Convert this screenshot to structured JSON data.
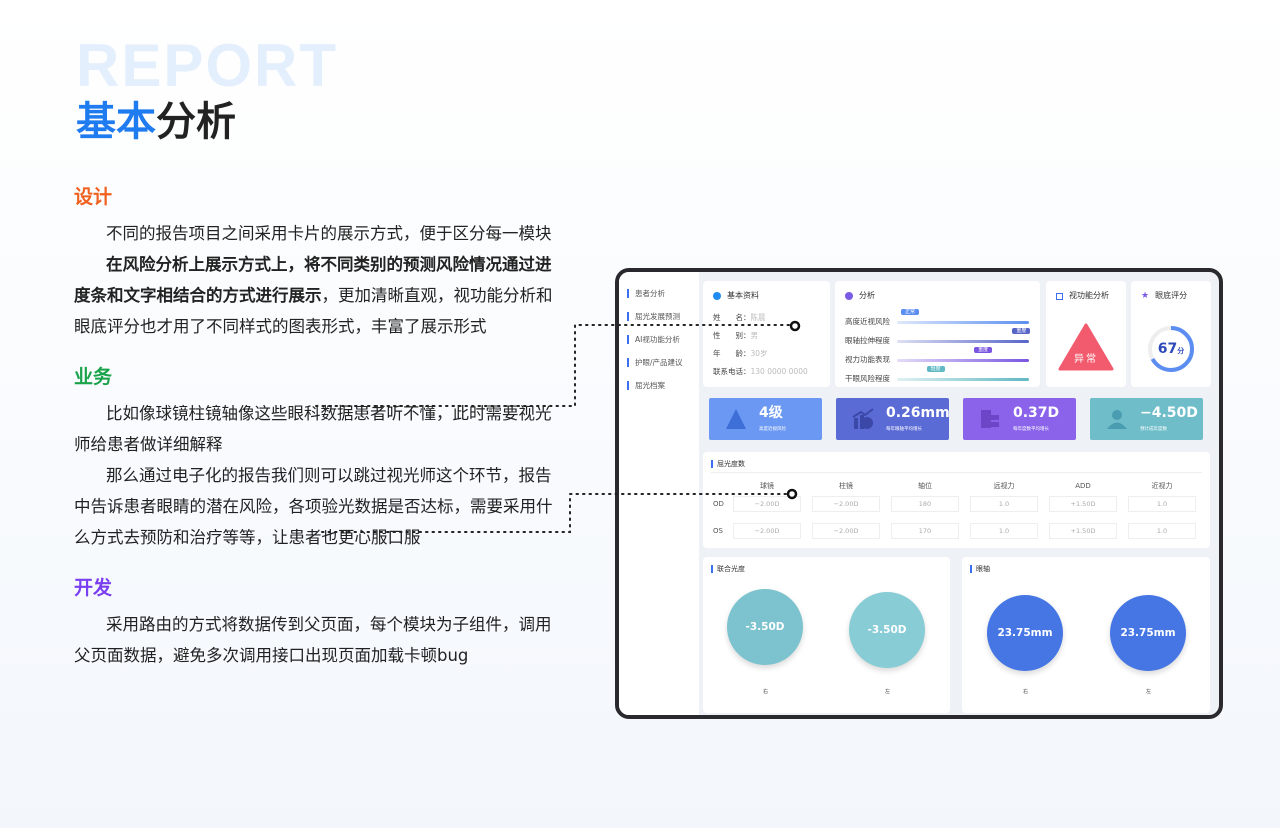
{
  "header": {
    "watermark": "REPORT",
    "title_highlight": "基本",
    "title_rest": "分析"
  },
  "sections": [
    {
      "heading": "设计",
      "color": "#f0601f",
      "paragraphs": [
        "不同的报告项目之间采用卡片的展示方式，便于区分每一模块"
      ],
      "bold_text": "在风险分析上展示方式上，将不同类别的预测风险情况通过进度条和文字相结合的方式进行展示",
      "bold_tail": "，更加清晰直观，视功能分析和眼底评分也才用了不同样式的图表形式，丰富了展示形式"
    },
    {
      "heading": "业务",
      "color": "#1aa34a",
      "paragraphs": [
        "比如像球镜柱镜轴像这些眼科数据患者听不懂，此时需要视光师给患者做详细解释",
        "那么通过电子化的报告我们则可以跳过视光师这个环节，报告中告诉患者眼睛的潜在风险，各项验光数据是否达标，需要采用什么方式去预防和治疗等等，让患者也更心服口服"
      ]
    },
    {
      "heading": "开发",
      "color": "#7a3ff0",
      "paragraphs": [
        "采用路由的方式将数据传到父页面，每个模块为子组件，调用父页面数据，避免多次调用接口出现页面加载卡顿bug"
      ]
    }
  ],
  "app": {
    "sidebar": [
      "患者分析",
      "屈光发展预测",
      "AI视功能分析",
      "护眼/产品建议",
      "屈光档案"
    ],
    "basic": {
      "title": "基本资料",
      "fields": [
        {
          "label": "姓　　名：",
          "value": "陈晨"
        },
        {
          "label": "性　　别：",
          "value": "男"
        },
        {
          "label": "年　　龄：",
          "value": "30岁"
        },
        {
          "label": "联系电话：",
          "value": "130 0000 0000"
        }
      ]
    },
    "analysis": {
      "title": "分析",
      "bars": [
        {
          "label": "高度近视风险",
          "tag": "正常",
          "level": 0.07,
          "color": "#5b8ef0"
        },
        {
          "label": "眼轴拉伸程度",
          "tag": "重度",
          "level": 0.95,
          "color": "#5865c8"
        },
        {
          "label": "视力功能表现",
          "tag": "重度",
          "level": 0.66,
          "color": "#7a55e0"
        },
        {
          "label": "干眼风险程度",
          "tag": "轻度",
          "level": 0.3,
          "color": "#5fb8c4"
        }
      ]
    },
    "vision": {
      "title": "视功能分析",
      "status": "异常",
      "color": "#f25a6e"
    },
    "fundus": {
      "title": "眼底评分",
      "score": "67",
      "unit": "分",
      "percent": 67,
      "color": "#5b8ef0"
    },
    "stats": [
      {
        "value": "4级",
        "label": "高度近视风险",
        "color": "#6a98f2",
        "icon": "pyramid-icon"
      },
      {
        "value": "0.26mm",
        "label": "每年眼轴平均增长",
        "color": "#5b6bd6",
        "icon": "growth-chart-icon"
      },
      {
        "value": "0.37D",
        "label": "每年度数平均增长",
        "color": "#8a63ea",
        "icon": "blocks-icon"
      },
      {
        "value": "−4.50D",
        "label": "预计成年度数",
        "color": "#6fbdc9",
        "icon": "person-icon"
      }
    ],
    "refraction": {
      "title": "屈光度数",
      "columns": [
        "球镜",
        "柱镜",
        "轴位",
        "远视力",
        "ADD",
        "近视力"
      ],
      "rows": [
        {
          "eye": "OD",
          "values": [
            "−2.00D",
            "−2.00D",
            "180",
            "1.0",
            "+1.50D",
            "1.0"
          ]
        },
        {
          "eye": "OS",
          "values": [
            "−2.00D",
            "−2.00D",
            "170",
            "1.0",
            "+1.50D",
            "1.0"
          ]
        }
      ]
    },
    "combined": {
      "title": "联合光度",
      "right": "-3.50D",
      "left": "-3.50D",
      "right_label": "右",
      "left_label": "左"
    },
    "axial": {
      "title": "眼轴",
      "right": "23.75mm",
      "left": "23.75mm",
      "right_label": "右",
      "left_label": "左"
    }
  }
}
